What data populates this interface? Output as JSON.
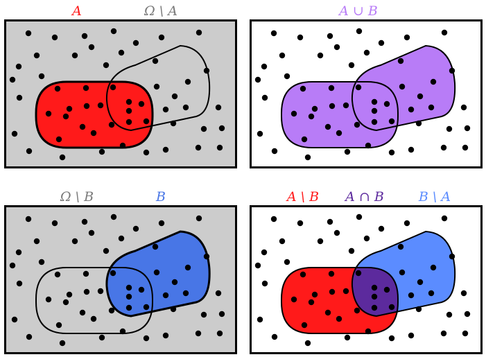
{
  "colors": {
    "a_only": "#ff1a1a",
    "b_only": "#5b8cff",
    "b_full": "#4876e6",
    "union": "#b87cf7",
    "intersection": "#5c2a9d",
    "complement_gray": "#7a7a7a",
    "panel_gray": "#cccccc",
    "a_ref": "#ff1a1a",
    "b_ref": "#4876e6",
    "ab_ref": "#b87cf7",
    "union_label": "#b87cf7",
    "intersection_label": "#5c2a9d",
    "border": "#000000"
  },
  "panels": [
    {
      "id": "a-and-complement",
      "labels": [
        {
          "text": "A",
          "color_key": "a_ref"
        },
        {
          "text": "Ω \\ A",
          "color_key": "complement_gray"
        }
      ]
    },
    {
      "id": "union",
      "labels": [
        {
          "text": "A ∪ B",
          "color_key": "union_label"
        }
      ]
    },
    {
      "id": "b-and-complement",
      "labels": [
        {
          "text": "Ω \\ B",
          "color_key": "complement_gray"
        },
        {
          "text": "B",
          "color_key": "b_ref"
        }
      ]
    },
    {
      "id": "partition",
      "labels": [
        {
          "text": "A \\ B",
          "color_key": "a_ref"
        },
        {
          "text": "A ∩ B",
          "color_key": "intersection_label"
        },
        {
          "text": "B \\ A",
          "color_key": "b_only"
        }
      ]
    }
  ]
}
